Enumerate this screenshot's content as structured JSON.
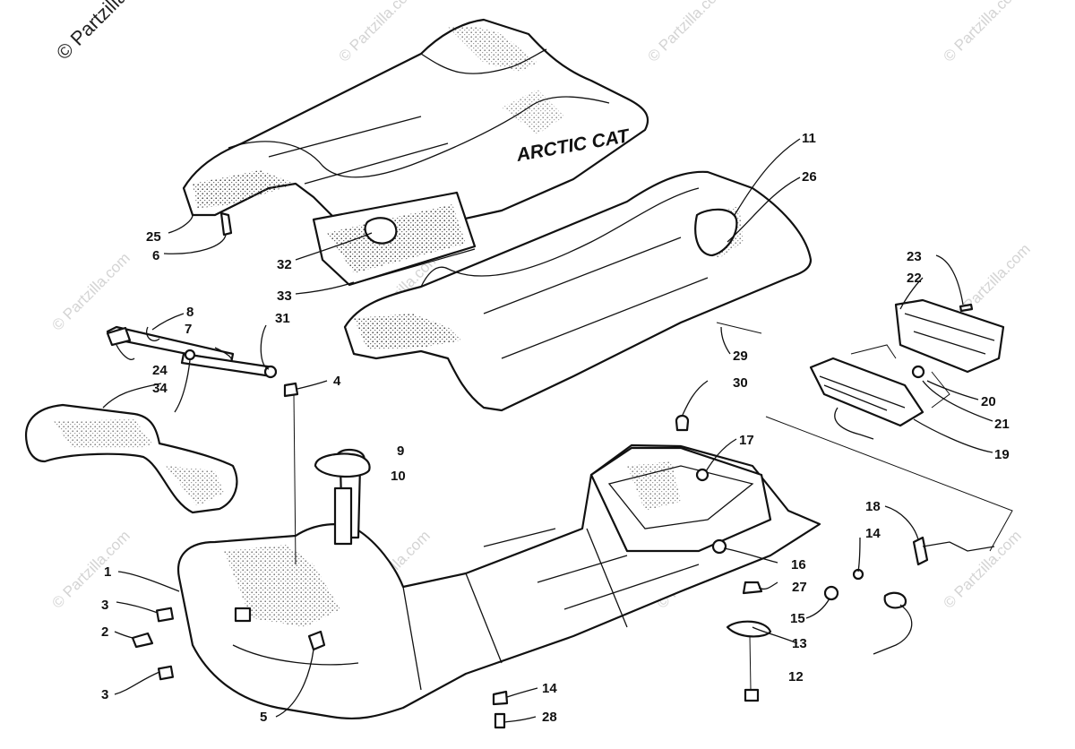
{
  "copyright": "© Partzilla.com",
  "watermark": "© Partzilla.com",
  "brand_text": "ARCTIC CAT",
  "callouts": {
    "c1": "1",
    "c2": "2",
    "c3a": "3",
    "c3b": "3",
    "c4": "4",
    "c5": "5",
    "c6": "6",
    "c7": "7",
    "c8": "8",
    "c9": "9",
    "c10": "10",
    "c11": "11",
    "c12": "12",
    "c13": "13",
    "c14a": "14",
    "c14b": "14",
    "c15": "15",
    "c16": "16",
    "c17": "17",
    "c18": "18",
    "c19": "19",
    "c20": "20",
    "c21": "21",
    "c22": "22",
    "c23": "23",
    "c24": "24",
    "c25": "25",
    "c26": "26",
    "c27": "27",
    "c28": "28",
    "c29": "29",
    "c30": "30",
    "c31": "31",
    "c32": "32",
    "c33": "33",
    "c34": "34"
  }
}
